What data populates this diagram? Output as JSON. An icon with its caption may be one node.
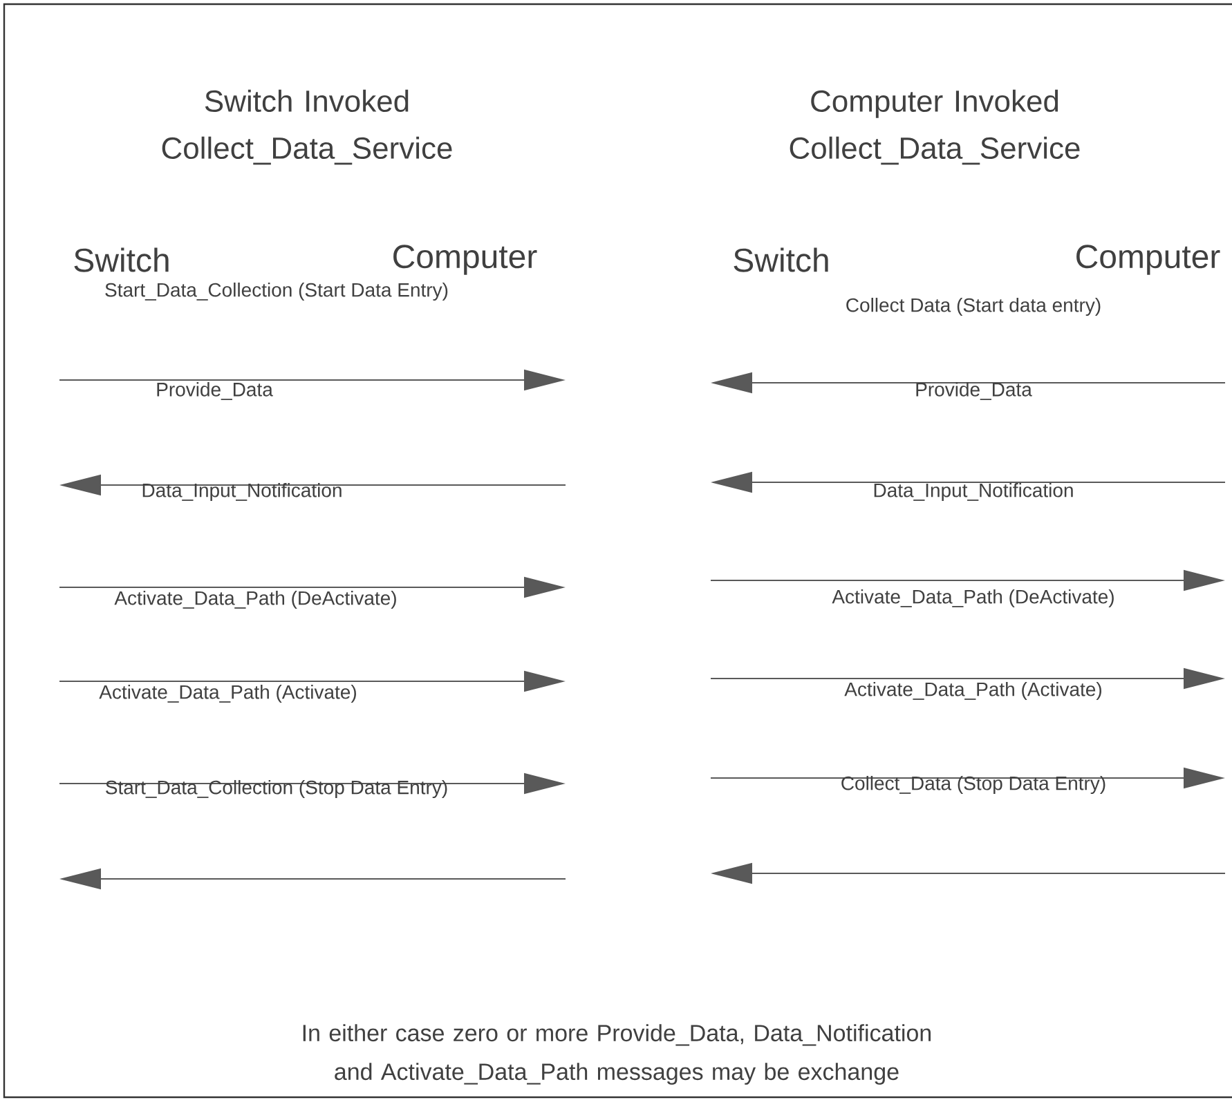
{
  "diagram": {
    "labels": [
      "Switch Invoked Collect_Data_Service",
      "Computer Invoked Collect_Data_Service",
      "Switch",
      "Computer",
      "Switch",
      "Computer",
      "Start_Data_Collection (Start Data Entry)",
      "Collect Data (Start data entry)",
      "Provide_Data",
      "Provide_Data",
      "Data_Input_Notification",
      "Data_Input_Notification",
      "Activate_Data_Path  (DeActivate)",
      "Activate_Data_Path  (DeActivate)",
      "Activate_Data_Path  (Activate)",
      "Activate_Data_Path  (Activate)",
      "Start_Data_Collection (Stop Data Entry)",
      "Collect_Data  (Stop Data Entry)",
      "In either case zero or more Provide_Data, Data_Notification and Activate_Data_Path messages may be exchange"
    ]
  }
}
